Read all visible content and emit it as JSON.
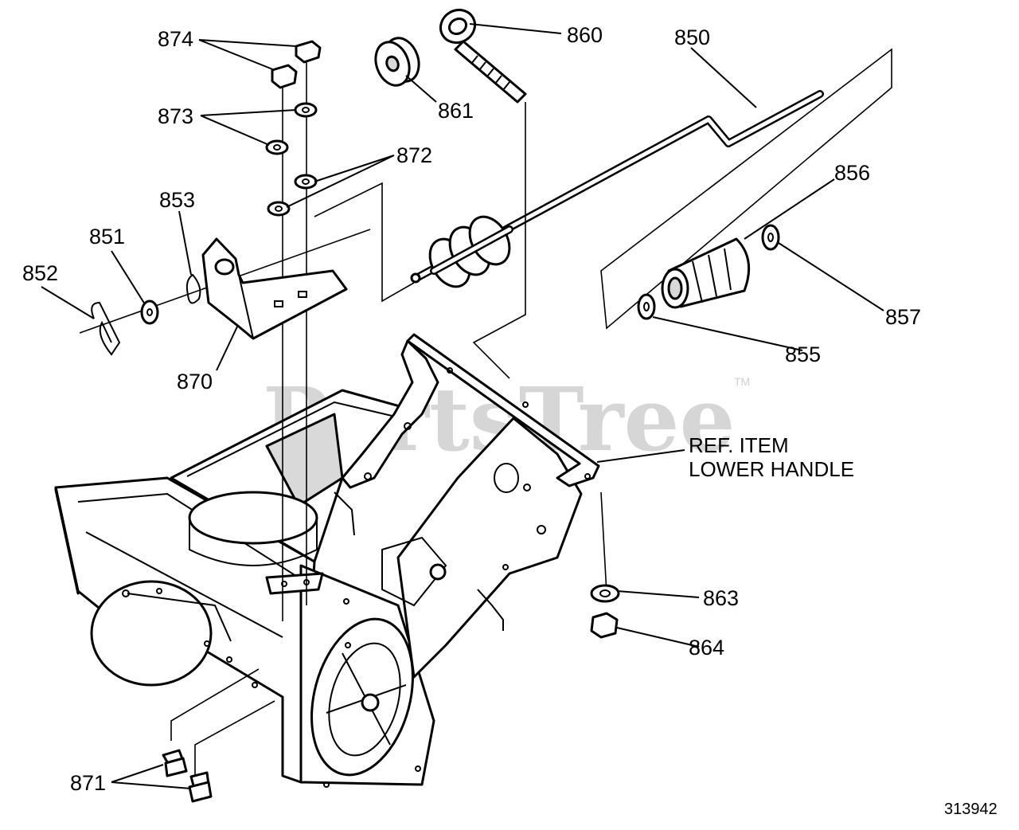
{
  "watermark": {
    "text": "PartsTree",
    "trademark": "TM"
  },
  "callouts": {
    "p874": "874",
    "p873": "873",
    "p872": "872",
    "p853": "853",
    "p851": "851",
    "p852": "852",
    "p870": "870",
    "p861": "861",
    "p860": "860",
    "p850": "850",
    "p856": "856",
    "p857": "857",
    "p855": "855",
    "p863": "863",
    "p864": "864",
    "p871": "871"
  },
  "reference": {
    "line1": "REF. ITEM",
    "line2": "LOWER HANDLE"
  },
  "document_number": "313942"
}
